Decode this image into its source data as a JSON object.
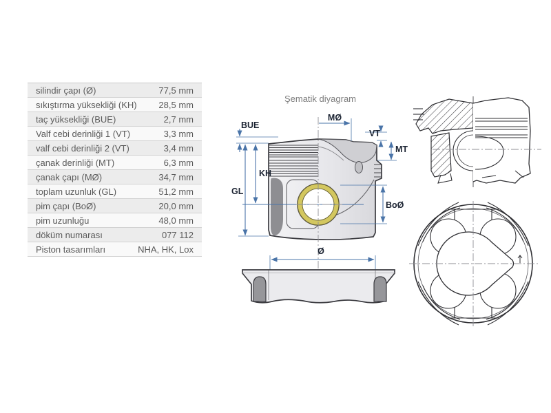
{
  "spec_table": {
    "rows": [
      {
        "label": "silindir çapı (Ø)",
        "value": "77,5 mm"
      },
      {
        "label": "sıkıştırma yüksekliği (KH)",
        "value": "28,5 mm"
      },
      {
        "label": "taç yüksekliği (BUE)",
        "value": "2,7 mm"
      },
      {
        "label": "Valf cebi derinliği 1 (VT)",
        "value": "3,3 mm"
      },
      {
        "label": "valf cebi derinliği 2 (VT)",
        "value": "3,4 mm"
      },
      {
        "label": "çanak derinliği (MT)",
        "value": "6,3 mm"
      },
      {
        "label": "çanak çapı (MØ)",
        "value": "34,7 mm"
      },
      {
        "label": "toplam uzunluk (GL)",
        "value": "51,2 mm"
      },
      {
        "label": "pim çapı (BoØ)",
        "value": "20,0 mm"
      },
      {
        "label": "pim uzunluğu",
        "value": "48,0 mm"
      },
      {
        "label": "döküm numarası",
        "value": "077 112"
      },
      {
        "label": "Piston tasarımları",
        "value": "NHA, HK, Lox"
      }
    ]
  },
  "diagram": {
    "title": "Şematik diyagram",
    "labels": {
      "bue": "BUE",
      "mo": "MØ",
      "vt": "VT",
      "mt": "MT",
      "kh": "KH",
      "gl": "GL",
      "bo": "BoØ",
      "dia": "Ø"
    },
    "colors": {
      "dimension_blue": "#4a74a8",
      "bushing_yellow": "#d3c75f",
      "body_gray": "#e4e4e8",
      "shadow_gray": "#8e8e92"
    }
  }
}
